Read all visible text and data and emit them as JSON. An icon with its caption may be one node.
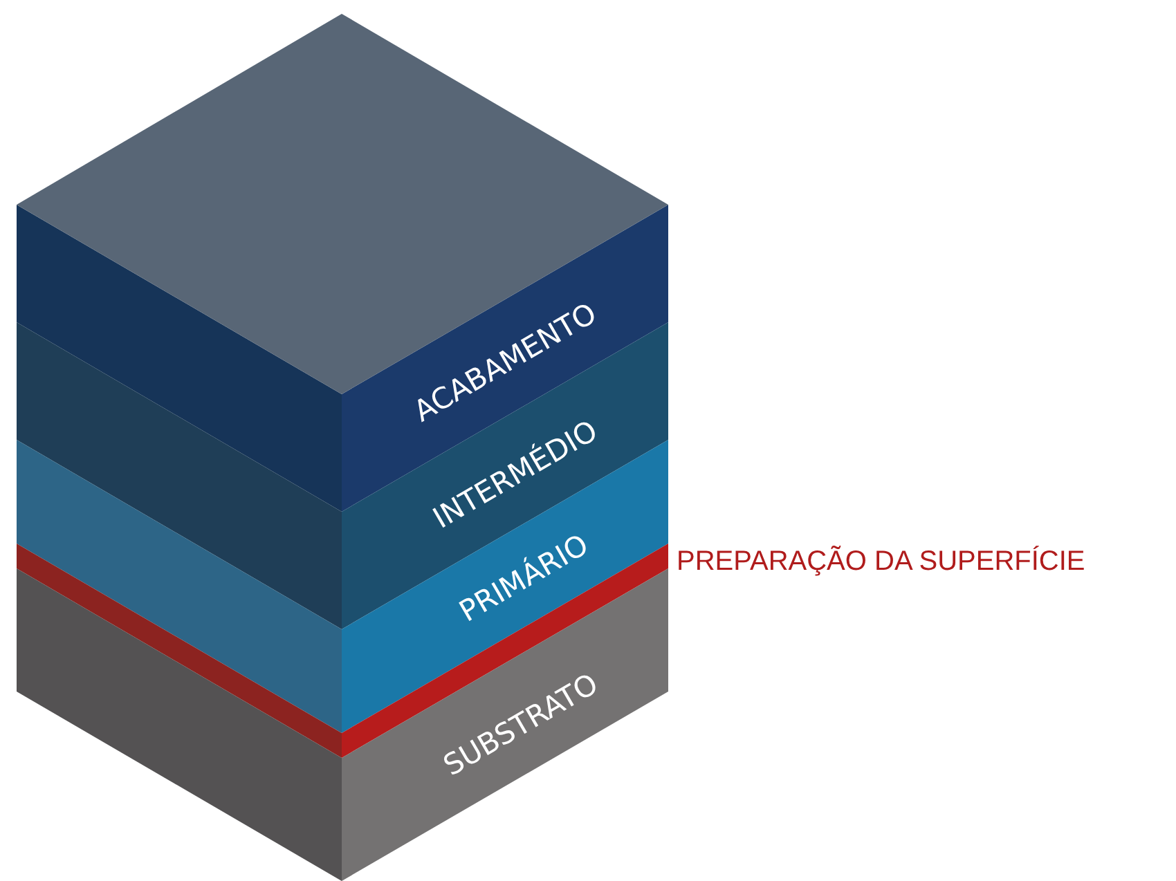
{
  "diagram": {
    "nodes": [
      {
        "text": [
          "ACABAMENTO"
        ]
      },
      {
        "text": [
          "INTERMÉDIO"
        ]
      },
      {
        "text": [
          "PRIMÁRIO"
        ]
      },
      {
        "text": [
          "PREPARAÇÃO DA SUPERFÍCIE"
        ]
      },
      {
        "text": [
          "SUBSTRATO"
        ]
      }
    ]
  }
}
